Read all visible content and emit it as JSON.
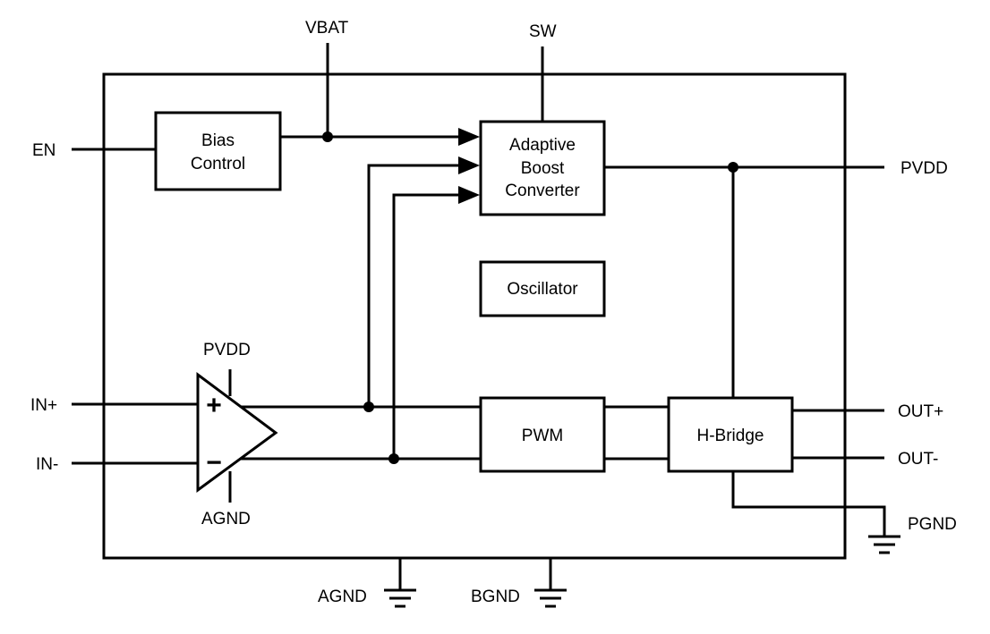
{
  "pins": {
    "vbat": "VBAT",
    "sw": "SW",
    "en": "EN",
    "pvdd_out": "PVDD",
    "in_plus": "IN+",
    "in_minus": "IN-",
    "out_plus": "OUT+",
    "out_minus": "OUT-",
    "pgnd": "PGND",
    "agnd_bottom": "AGND",
    "bgnd": "BGND"
  },
  "blocks": {
    "bias_control": [
      "Bias",
      "Control"
    ],
    "boost_converter": [
      "Adaptive",
      "Boost",
      "Converter"
    ],
    "oscillator": "Oscillator",
    "pwm": "PWM",
    "h_bridge": "H-Bridge"
  },
  "amplifier": {
    "supply_label": "PVDD",
    "ground_label": "AGND",
    "plus_sign": "+",
    "minus_sign": "−"
  }
}
